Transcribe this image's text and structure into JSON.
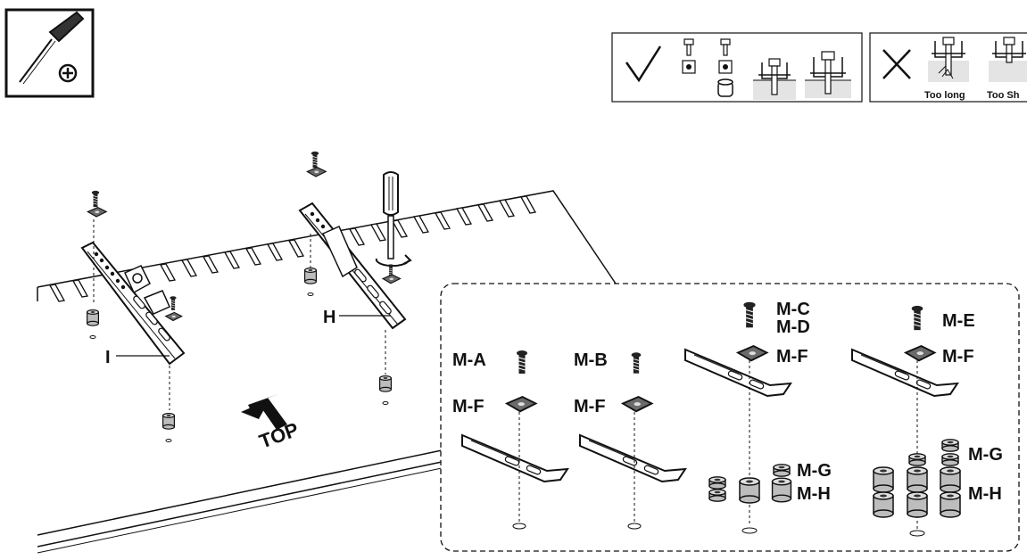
{
  "colors": {
    "ink": "#111111",
    "grey_fill": "#bdbdbd",
    "light_grey": "#e4e4e4",
    "dark_grey": "#4a4a4a"
  },
  "tool_icon": "phillips-screwdriver-icon",
  "legend": {
    "correct_icon": "checkmark-icon",
    "wrong_icon": "cross-icon",
    "too_long": "Too long",
    "too_short": "Too Sh"
  },
  "labels": {
    "bracket_i": "I",
    "bracket_h": "H",
    "top_arrow": "TOP"
  },
  "detail": {
    "ma": "M-A",
    "mb": "M-B",
    "mc": "M-C",
    "md": "M-D",
    "me": "M-E",
    "mf": "M-F",
    "mg": "M-G",
    "mh": "M-H"
  }
}
